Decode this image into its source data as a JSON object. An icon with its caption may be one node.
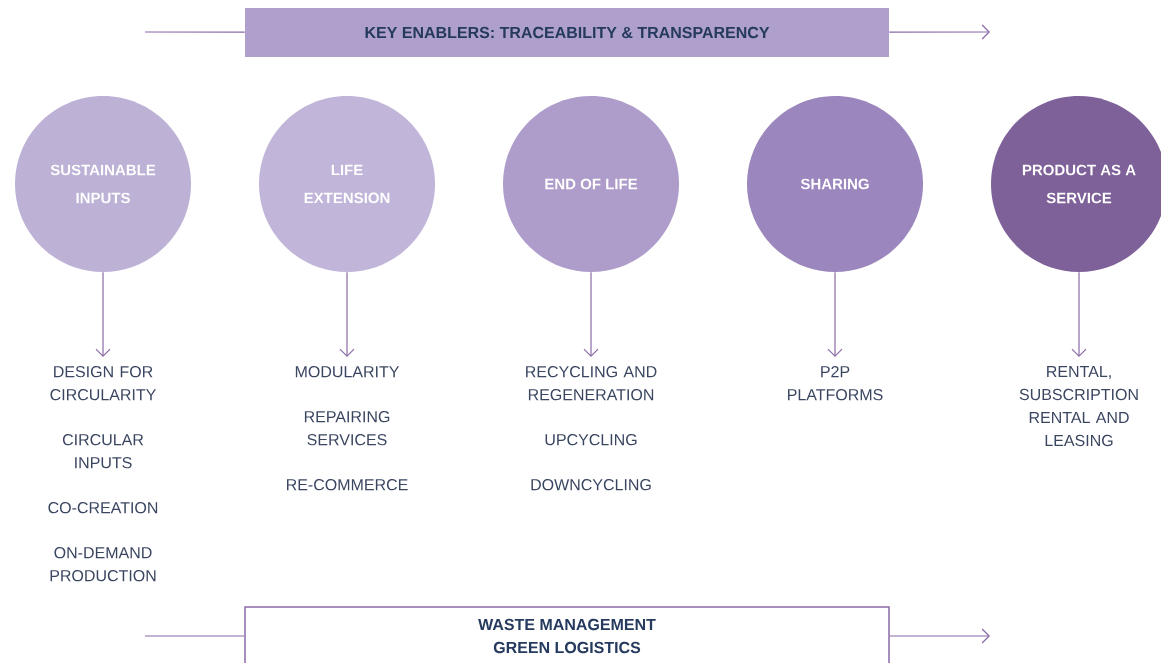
{
  "diagram": {
    "nodes": [
      {
        "text": [
          "KEY ENABLERS: TRACEABILITY & TRANSPARENCY"
        ]
      },
      {
        "text": [
          "SUSTAINABLE INPUTS"
        ]
      },
      {
        "text": [
          "LIFE EXTENSION"
        ]
      },
      {
        "text": [
          "END OF LIFE"
        ]
      },
      {
        "text": [
          "SHARING"
        ]
      },
      {
        "text": [
          "PRODUCT AS A SERVICE"
        ]
      },
      {
        "text": [
          "DESIGN FOR CIRCULARITY",
          "CIRCULAR INPUTS",
          "CO-CREATION",
          "ON-DEMAND PRODUCTION"
        ]
      },
      {
        "text": [
          "MODULARITY",
          "REPAIRING SERVICES",
          "RE-COMMERCE"
        ]
      },
      {
        "text": [
          "RECYCLING AND REGENERATION",
          "UPCYCLING",
          "DOWNCYCLING"
        ]
      },
      {
        "text": [
          "P2P PLATFORMS"
        ]
      },
      {
        "text": [
          "RENTAL, SUBSCRIPTION RENTAL AND LEASING"
        ]
      },
      {
        "text": [
          "WASTE MANAGEMENT",
          "GREEN LOGISTICS"
        ]
      }
    ],
    "edges": [
      {
        "from": null,
        "to": 0,
        "arrow": "none"
      },
      {
        "from": 0,
        "to": null,
        "arrow": "to"
      },
      {
        "from": 1,
        "to": 6,
        "arrow": "to"
      },
      {
        "from": 2,
        "to": 7,
        "arrow": "to"
      },
      {
        "from": 3,
        "to": 8,
        "arrow": "to"
      },
      {
        "from": 4,
        "to": 9,
        "arrow": "to"
      },
      {
        "from": 5,
        "to": 10,
        "arrow": "to"
      },
      {
        "from": null,
        "to": 11,
        "arrow": "none"
      },
      {
        "from": 11,
        "to": null,
        "arrow": "to"
      }
    ]
  }
}
